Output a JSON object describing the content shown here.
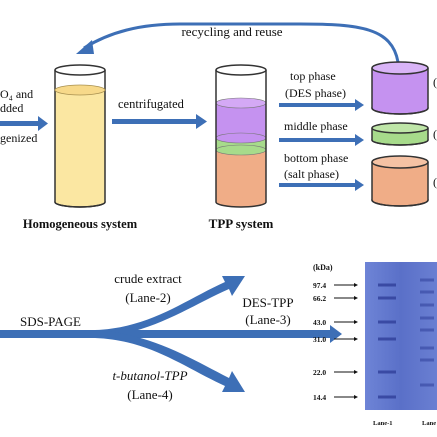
{
  "top_panel": {
    "recycle_label": "recycling and reuse",
    "left_partial_text": [
      "O₄ and",
      "dded",
      "genized"
    ],
    "centrifugate_label": "centrifugated",
    "homogeneous_caption": "Homogeneous system",
    "tpp_caption": "TPP system",
    "phases": [
      {
        "label_lines": [
          "top  phase",
          "(DES phase)"
        ],
        "color": "#c592f0"
      },
      {
        "label_lines": [
          "middle  phase"
        ],
        "color": "#a7db8b"
      },
      {
        "label_lines": [
          "bottom  phase",
          "(salt phase)"
        ],
        "color": "#f0ad87"
      }
    ],
    "right_partial_marks": [
      "(",
      "(",
      "("
    ]
  },
  "bottom_panel": {
    "sds_label": "SDS-PAGE",
    "branches": [
      {
        "lines": [
          "crude extract",
          "(Lane-2)"
        ]
      },
      {
        "lines": [
          "DES-TPP",
          "(Lane-3)"
        ]
      },
      {
        "lines": [
          "t-butanol-TPP",
          "(Lane-4)"
        ]
      }
    ],
    "gel": {
      "unit": "(kDa)",
      "markers": [
        "97.4",
        "66.2",
        "43.0",
        "31.0",
        "22.0",
        "14.4"
      ],
      "lanes": [
        "Lane-1",
        "Lane"
      ]
    }
  },
  "colors": {
    "arrow_blue": "#3d6fb6",
    "homogeneous_fill": "#fbe7a2",
    "tube_outline": "#333333",
    "gel_blue": "#5a70c8"
  }
}
